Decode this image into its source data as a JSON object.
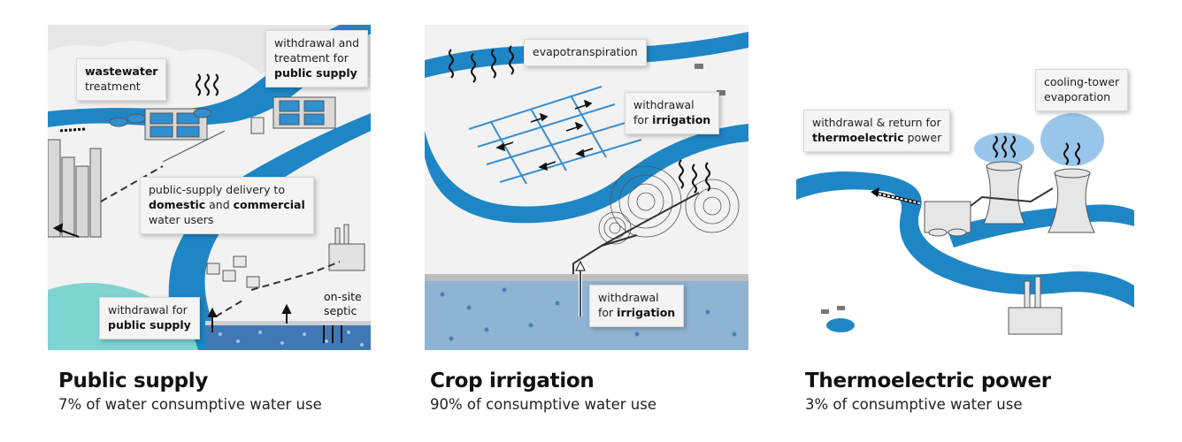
{
  "panels": [
    {
      "title": "Public supply",
      "subtitle": "7% of water consumptive water use",
      "labels": {
        "wastewater_bold": "wastewater",
        "wastewater_rest": "treatment",
        "withdrawal_treat_line1": "withdrawal and",
        "withdrawal_treat_line2": "treatment for",
        "withdrawal_treat_bold": "public supply",
        "delivery_line1": "public-supply delivery to",
        "delivery_bold1": "domestic",
        "delivery_and": " and ",
        "delivery_bold2": "commercial",
        "delivery_line3": "water users",
        "withdrawal_line1": "withdrawal for",
        "withdrawal_bold": "public supply",
        "septic_line1": "on-site",
        "septic_line2": "septic"
      }
    },
    {
      "title": "Crop irrigation",
      "subtitle": "90% of consumptive water use",
      "labels": {
        "evapotranspiration": "evapotranspiration",
        "withdrawal_top_line1": "withdrawal",
        "withdrawal_top_pre": "for ",
        "withdrawal_top_bold": "irrigation",
        "withdrawal_bottom_line1": "withdrawal",
        "withdrawal_bottom_pre": "for ",
        "withdrawal_bottom_bold": "irrigation"
      }
    },
    {
      "title": "Thermoelectric power",
      "subtitle": "3% of consumptive water use",
      "labels": {
        "cooling_line1": "cooling-tower",
        "cooling_line2": "evaporation",
        "return_line1": "withdrawal & return for",
        "return_bold": "thermoelectric",
        "return_rest": " power"
      }
    }
  ],
  "colors": {
    "river": "#1f86c6",
    "groundwater": "#3f78b5",
    "lake": "#7fd3d0",
    "arrow": "#111111",
    "steam": "#7fb6e6"
  }
}
